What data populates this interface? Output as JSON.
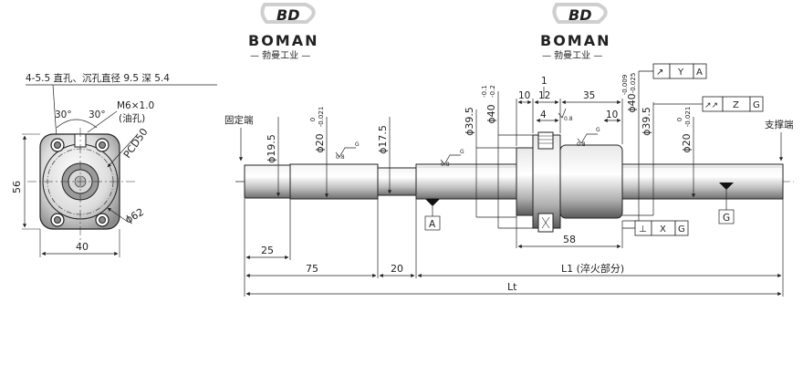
{
  "watermark": {
    "brand": "BOMAN",
    "subtitle": "— 勃曼工业 —",
    "logo_letters": "BD"
  },
  "end_view": {
    "note": "4-5.5 直孔、沉孔直径 9.5 深 5.4",
    "oil_hole": "M6×1.0",
    "oil_hole_note": "(油孔)",
    "angle_left": "30°",
    "angle_right": "30°",
    "pcd": "PCD50",
    "outer_dia": "ϕ62",
    "height": "56",
    "width": "40"
  },
  "shaft": {
    "fixed_end_label": "固定端",
    "support_end_label": "支撑端",
    "d19_5": "ϕ19.5",
    "d20_left": "ϕ20",
    "d20_left_tol_upper": "0",
    "d20_left_tol_lower": "-0.021",
    "d17_5": "ϕ17.5",
    "d39_5_left": "ϕ39.5",
    "d40_left": "ϕ40",
    "d40_left_tol_upper": "-0.1",
    "d40_left_tol_lower": "-0.2",
    "d40_right": "ϕ40",
    "d40_right_tol_upper": "-0.009",
    "d40_right_tol_lower": "-0.025",
    "d39_5_right": "ϕ39.5",
    "d20_right": "ϕ20",
    "d20_right_tol_upper": "0",
    "d20_right_tol_lower": "-0.021",
    "dim_1": "1",
    "dim_10_left": "10",
    "dim_12": "12",
    "dim_35": "35",
    "dim_4": "4",
    "dim_10_right": "10",
    "dim_25": "25",
    "dim_75": "75",
    "dim_20": "20",
    "dim_58": "58",
    "l1_label": "L1 (淬火部分)",
    "lt_label": "Lt",
    "datum_a": "A",
    "datum_g": "G",
    "roughness": "0.8",
    "roughness_g": "G"
  },
  "tolerance_frames": [
    {
      "symbol": "↗",
      "ref1": "Y",
      "ref2": "A"
    },
    {
      "symbol": "↗↗",
      "ref1": "Z",
      "ref2": "G"
    },
    {
      "symbol": "⊥",
      "ref1": "X",
      "ref2": "G"
    }
  ]
}
